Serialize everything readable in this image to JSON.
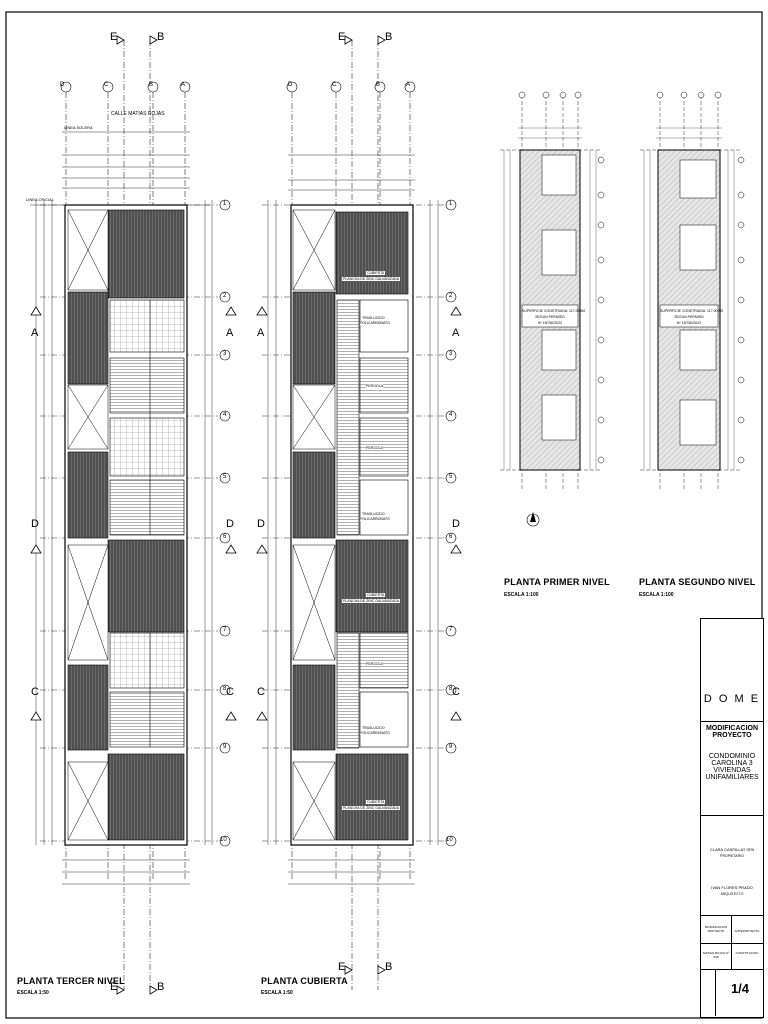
{
  "sheet": {
    "titles": {
      "tercer": "PLANTA TERCER NIVEL",
      "cubierta": "PLANTA CUBIERTA",
      "primer": "PLANTA PRIMER NIVEL",
      "segundo": "PLANTA SEGUNDO NIVEL"
    },
    "scales": {
      "tercer": "ESCALA 1:50",
      "cubierta": "ESCALA 1:50",
      "primer": "ESCALA 1:100",
      "segundo": "ESCALA 1:100"
    },
    "street": "CALLE MATIAS ROJAS",
    "linea_solera": "LINEA SOLERA",
    "linea_oficial": "LINEA OFICIAL",
    "section_marks": [
      "A",
      "D",
      "C",
      "E",
      "B"
    ],
    "axis_cols": [
      "D",
      "C",
      "B",
      "A"
    ],
    "axis_rows": [
      "1",
      "2",
      "3",
      "4",
      "5",
      "6",
      "7",
      "8",
      "9",
      "10"
    ],
    "roof_labels": {
      "cubierta": "CUBIERTA",
      "plancha": "PLANCHA DE ZINC GALVANIZADA",
      "traslucido": "TRASLUCIDO",
      "policarbonato": "POLICARBONATO",
      "pergola": "PERGOLA"
    },
    "surface_note": {
      "line1": "SUPERFICIE CONSTRUIDA: 117.00 M2",
      "line2": "SEGUN PERMISO",
      "line3": "Nº 15/760/2022"
    }
  },
  "title_block": {
    "logo_text": "D O M E",
    "project_type": "MODIFICACION PROYECTO",
    "project_name": "CONDOMINIO CAROLINA 3 VIVIENDAS UNIFAMILIARES",
    "owner": "CLARA CASPILLAT SPA",
    "owner_role": "PROPIETARIO",
    "architect": "IVAN FLORES PRADO",
    "architect_role": "ARQUITECTO",
    "cell_a": "MODIFICACION PROYECTO",
    "cell_b": "ANTEPROYECTO",
    "cell_c": "MATIAS ROJAS Nº 548",
    "cell_d": "CONSTITUCION",
    "sheet_number": "1/4"
  }
}
